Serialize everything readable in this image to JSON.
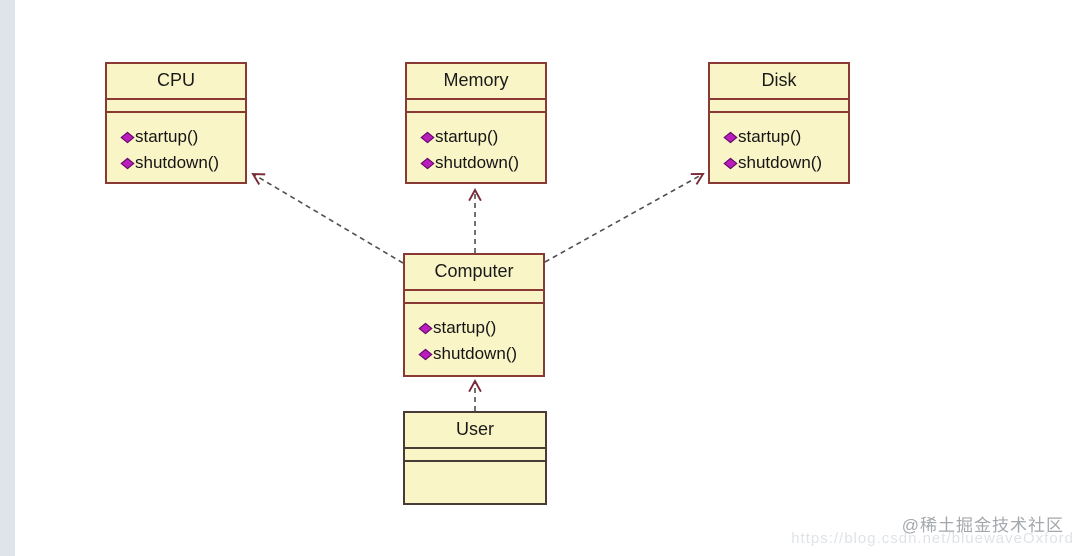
{
  "diagram": {
    "type": "uml-class-diagram",
    "classes": [
      {
        "id": "cpu",
        "name": "CPU",
        "attributes": [],
        "methods": [
          "startup()",
          "shutdown()"
        ]
      },
      {
        "id": "memory",
        "name": "Memory",
        "attributes": [],
        "methods": [
          "startup()",
          "shutdown()"
        ]
      },
      {
        "id": "disk",
        "name": "Disk",
        "attributes": [],
        "methods": [
          "startup()",
          "shutdown()"
        ]
      },
      {
        "id": "computer",
        "name": "Computer",
        "attributes": [],
        "methods": [
          "startup()",
          "shutdown()"
        ]
      },
      {
        "id": "user",
        "name": "User",
        "attributes": [],
        "methods": []
      }
    ],
    "relations": [
      {
        "from": "Computer",
        "to": "CPU",
        "style": "dashed",
        "arrowhead": "open"
      },
      {
        "from": "Computer",
        "to": "Memory",
        "style": "dashed",
        "arrowhead": "open"
      },
      {
        "from": "Computer",
        "to": "Disk",
        "style": "dashed",
        "arrowhead": "open"
      },
      {
        "from": "User",
        "to": "Computer",
        "style": "dashed",
        "arrowhead": "open"
      }
    ],
    "colors": {
      "box_fill": "#faf5c6",
      "box_border": "#8a3a34",
      "user_box_border": "#4b3b37",
      "diamond_fill": "#bb1cbc",
      "diamond_outline": "#5a0b63",
      "arrow_dash": "#4f4f4f",
      "arrow_head": "#7c2b3a"
    }
  },
  "watermark": {
    "community": "@稀土掘金技术社区",
    "url": "https://blog.csdn.net/bluewaveOxford"
  }
}
